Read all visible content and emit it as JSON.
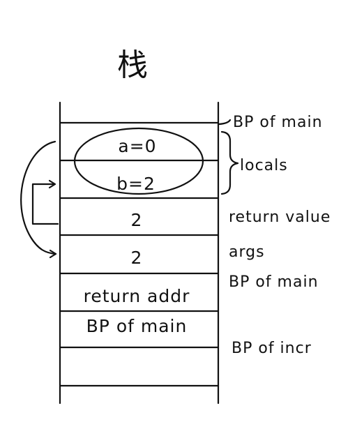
{
  "title": "栈",
  "cells": [
    "",
    "a=0",
    "b=2",
    "2",
    "2",
    "return addr",
    "BP of main",
    ""
  ],
  "labels": {
    "bp_main_top": "BP of main",
    "locals": "locals",
    "return_value": "return value",
    "args": "args",
    "bp_main_mid": "BP of main",
    "bp_incr": "BP of incr"
  },
  "colors": {
    "ink": "#111111",
    "background": "#ffffff"
  }
}
